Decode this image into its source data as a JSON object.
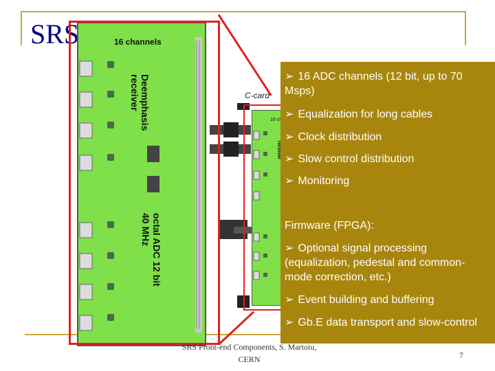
{
  "slide": {
    "title": "SRS"
  },
  "photo": {
    "board_label_channels": "16 channels",
    "board_label_deemphasis": "Deemphasis receiver",
    "board_label_adc": "octal ADC 12 bit 40 MHz",
    "small_board_channels": "16 ch",
    "small_board_receiver": "receiver",
    "card_label": "C-card"
  },
  "features": [
    "16 ADC channels (12 bit, up to 70 Msps)",
    "Equalization for long cables",
    "Clock distribution",
    "Slow control distribution",
    "Monitoring"
  ],
  "firmware": {
    "heading": "Firmware (FPGA):",
    "items": [
      "Optional signal processing (equalization, pedestal and common-mode correction, etc.)",
      "Event building and buffering",
      "Gb.E data transport and slow-control"
    ]
  },
  "footer": {
    "text": "SRS Front-end Components, S. Martoiu, CERN",
    "page_number": "7"
  },
  "colors": {
    "panel": "#a8860e",
    "frame": "#e02020",
    "board": "#7fe04a",
    "accent_line": "#c8a83a"
  }
}
